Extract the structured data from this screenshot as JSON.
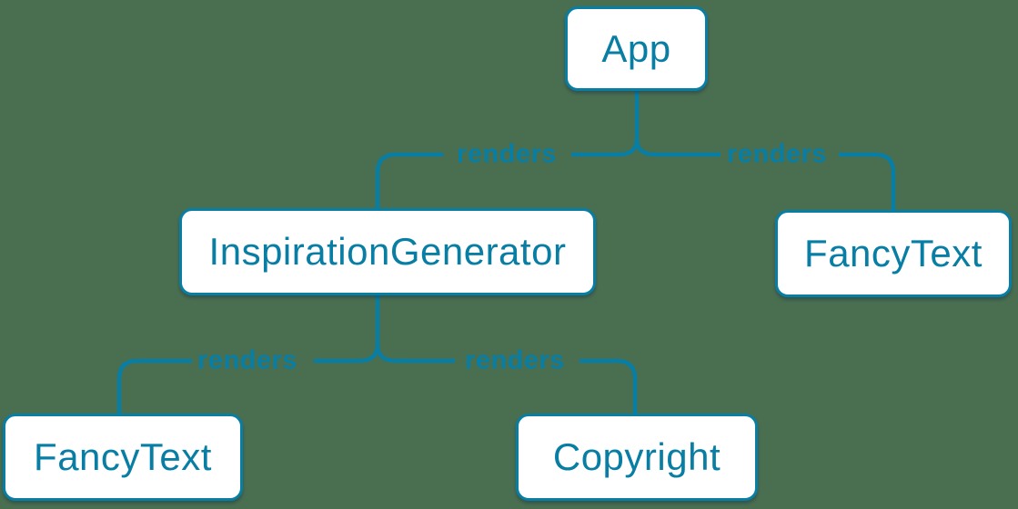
{
  "diagram": {
    "type": "component-render-tree",
    "background_color": "#4a6e50",
    "accent_color": "#087ea4",
    "node_fill_color": "#ffffff",
    "nodes": [
      {
        "id": "app",
        "label": "App"
      },
      {
        "id": "inspiration-generator",
        "label": "InspirationGenerator"
      },
      {
        "id": "fancy-text-top",
        "label": "FancyText"
      },
      {
        "id": "fancy-text-bottom",
        "label": "FancyText"
      },
      {
        "id": "copyright",
        "label": "Copyright"
      }
    ],
    "edges": [
      {
        "from": "App",
        "to": "InspirationGenerator",
        "label": "renders"
      },
      {
        "from": "App",
        "to": "FancyText",
        "label": "renders"
      },
      {
        "from": "InspirationGenerator",
        "to": "FancyText",
        "label": "renders"
      },
      {
        "from": "InspirationGenerator",
        "to": "Copyright",
        "label": "renders"
      }
    ]
  }
}
